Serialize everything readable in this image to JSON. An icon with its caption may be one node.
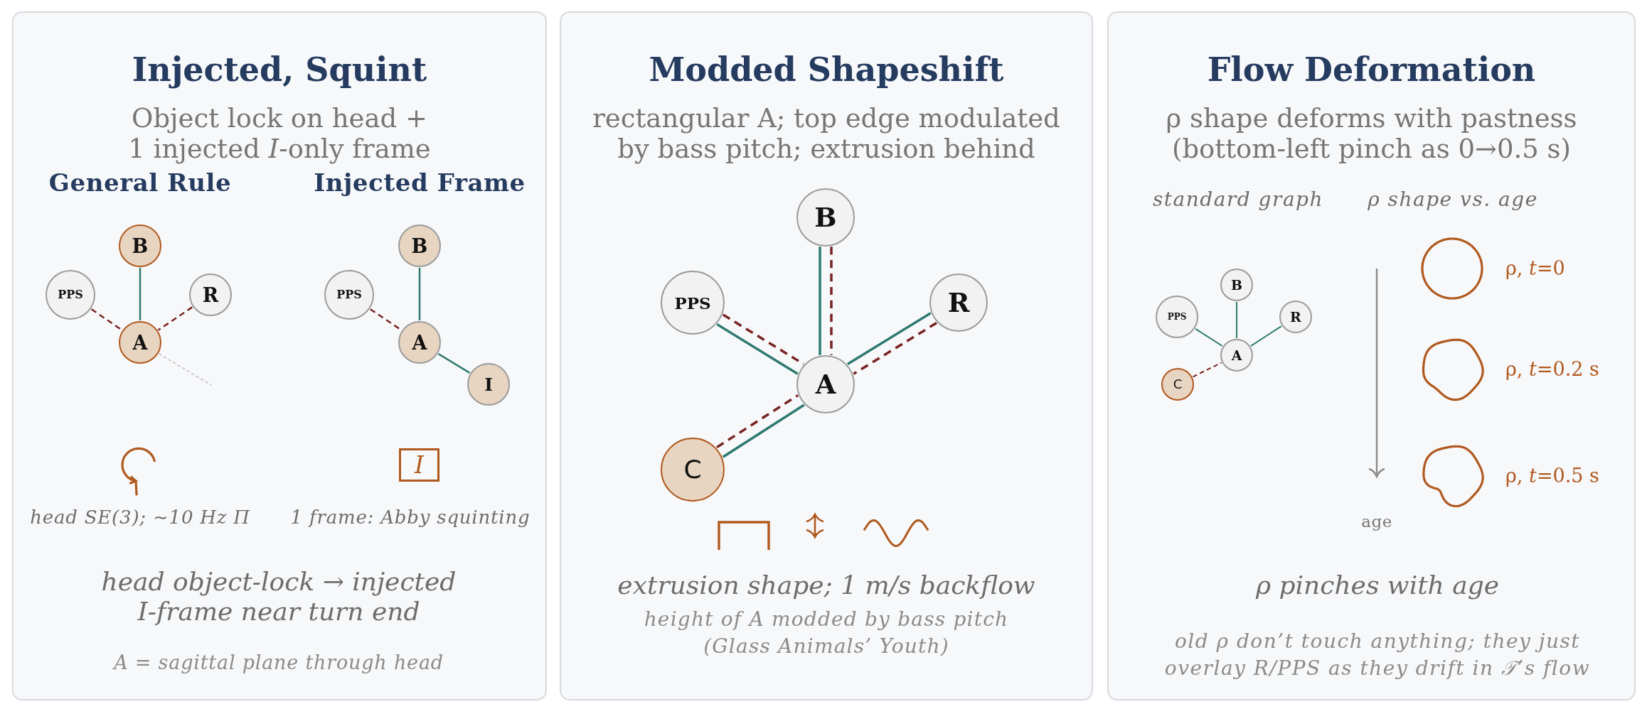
{
  "diagram": {
    "nodes": [
      {
        "text": [
          "Injected, Squint",
          "Object lock on head + 1 injected *I*-only frame"
        ]
      },
      {
        "text": [
          "B"
        ],
        "in": 0
      },
      {
        "text": [
          "PPS"
        ],
        "in": 0
      },
      {
        "text": [
          "R"
        ],
        "in": 0
      },
      {
        "text": [
          "A"
        ],
        "in": 0
      },
      {
        "text": [
          "B"
        ],
        "in": 0
      },
      {
        "text": [
          "PPS"
        ],
        "in": 0
      },
      {
        "text": [
          "A"
        ],
        "in": 0
      },
      {
        "text": [
          "I"
        ],
        "in": 0
      },
      {
        "text": [
          "I"
        ],
        "in": 0,
        "beside": [
          "1 frame: Abby squinting"
        ]
      },
      {
        "text": [
          "Modded Shapeshift",
          "rectangular A; top edge modulated by bass pitch; extrusion behind"
        ]
      },
      {
        "text": [
          "B"
        ],
        "in": 10
      },
      {
        "text": [
          "PPS"
        ],
        "in": 10
      },
      {
        "text": [
          "R"
        ],
        "in": 10
      },
      {
        "text": [
          "A"
        ],
        "in": 10
      },
      {
        "text": [
          "C"
        ],
        "in": 10
      },
      {
        "text": [
          "Flow Deformation",
          "ρ shape deforms with pastness (bottom-left pinch as 0→0.5 s)"
        ]
      },
      {
        "text": [
          "B"
        ],
        "in": 16
      },
      {
        "text": [
          "PPS"
        ],
        "in": 16
      },
      {
        "text": [
          "R"
        ],
        "in": 16
      },
      {
        "text": [
          "A"
        ],
        "in": 16
      },
      {
        "text": [
          "C"
        ],
        "in": 16
      }
    ],
    "edges": [
      {
        "from": 1,
        "to": 4,
        "arrow": "none"
      },
      {
        "from": 2,
        "to": 4,
        "arrow": "none",
        "style": "dashed",
        "color": "#782323"
      },
      {
        "from": 3,
        "to": 4,
        "arrow": "none",
        "style": "dashed",
        "color": "#782323"
      },
      {
        "from": 4,
        "to": null,
        "arrow": "none",
        "style": "dashed",
        "color": "#bdbdbd"
      },
      {
        "from": 5,
        "to": 7,
        "arrow": "none"
      },
      {
        "from": 6,
        "to": 7,
        "arrow": "none",
        "style": "dashed",
        "color": "#782323"
      },
      {
        "from": 7,
        "to": 8,
        "arrow": "none"
      },
      {
        "from": 11,
        "to": 14,
        "arrow": "none"
      },
      {
        "from": 11,
        "to": 14,
        "arrow": "none",
        "style": "dashed",
        "color": "#782323"
      },
      {
        "from": 12,
        "to": 14,
        "arrow": "none"
      },
      {
        "from": 12,
        "to": 14,
        "arrow": "none",
        "style": "dashed",
        "color": "#782323"
      },
      {
        "from": 13,
        "to": 14,
        "arrow": "none"
      },
      {
        "from": 13,
        "to": 14,
        "arrow": "none",
        "style": "dashed",
        "color": "#782323"
      },
      {
        "from": 15,
        "to": 14,
        "arrow": "none"
      },
      {
        "from": 15,
        "to": 14,
        "arrow": "none",
        "style": "dashed",
        "color": "#782323"
      },
      {
        "from": 17,
        "to": 20,
        "arrow": "none"
      },
      {
        "from": 18,
        "to": 20,
        "arrow": "none"
      },
      {
        "from": 19,
        "to": 20,
        "arrow": "none"
      },
      {
        "from": 21,
        "to": 20,
        "arrow": "none",
        "style": "dashed",
        "color": "#782323"
      }
    ],
    "labels": [
      "General Rule",
      "Injected Frame",
      "head SE(3); ∼10 Hz Π",
      "head object-lock → injected I-frame near turn end",
      "A = sagittal plane through head",
      "extrusion shape; 1 m/s backflow",
      "height of A modded by bass pitch (Glass Animals’ Youth)",
      "standard graph",
      "ρ shape vs. age",
      "ρ, *t*=0",
      "ρ, *t*=0.2 s",
      "age",
      "ρ, *t*=0.5 s",
      "ρ pinches with age",
      "old ρ don’t touch anything; they just overlay R/PPS as they drift in 𝒯’s flow"
    ]
  }
}
